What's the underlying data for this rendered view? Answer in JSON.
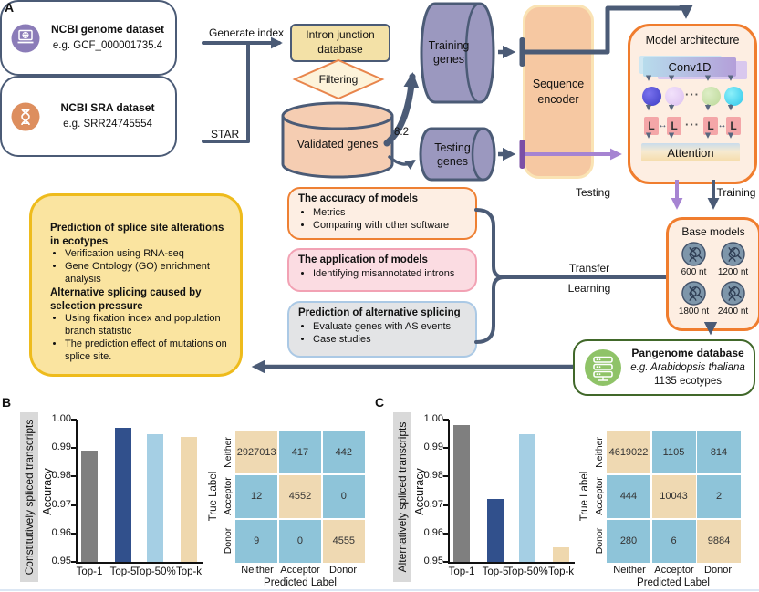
{
  "figure": {
    "panel_a": "A",
    "panel_b": "B",
    "panel_c": "C"
  },
  "panelA": {
    "genome_box": {
      "title": "NCBI genome dataset",
      "subtitle": "e.g. GCF_000001735.4"
    },
    "sra_box": {
      "title": "NCBI SRA dataset",
      "subtitle": "e.g. SRR24745554"
    },
    "edge_labels": {
      "generate_index": "Generate index",
      "star": "STAR",
      "split_ratio": "8:2",
      "testing": "Testing",
      "training": "Training",
      "transfer_line1": "Transfer",
      "transfer_line2": "Learning"
    },
    "intron_db_line1": "Intron junction",
    "intron_db_line2": "database",
    "filtering": "Filtering",
    "validated_genes": "Validated genes",
    "training_genes_line1": "Training",
    "training_genes_line2": "genes",
    "testing_genes_line1": "Testing",
    "testing_genes_line2": "genes",
    "encoder_line1": "Sequence",
    "encoder_line2": "encoder",
    "model_arch": {
      "title": "Model architecture",
      "conv": "Conv1D",
      "unit": "L",
      "bidir": "↔",
      "dots": "···",
      "attention": "Attention"
    },
    "base_models": {
      "title": "Base models",
      "items": [
        "600 nt",
        "1200 nt",
        "1800 nt",
        "2400 nt"
      ]
    },
    "accuracy_box": {
      "title": "The accuracy of models",
      "bullets": [
        "Metrics",
        "Comparing with other software"
      ]
    },
    "application_box": {
      "title": "The application of models",
      "bullets": [
        "Identifying misannotated introns"
      ]
    },
    "as_box": {
      "title": "Prediction of alternative splicing",
      "bullets": [
        "Evaluate genes with AS events",
        "Case studies"
      ]
    },
    "outcome_box": {
      "section1_title": "Prediction of splice site alterations in ecotypes",
      "section1_bullets": [
        "Verification using RNA-seq",
        "Gene Ontology (GO) enrichment analysis"
      ],
      "section2_title": "Alternative splicing caused by selection pressure",
      "section2_bullets": [
        "Using fixation index and population branch statistic",
        "The prediction effect of mutations on splice site."
      ]
    },
    "pangenome": {
      "title": "Pangenome database",
      "subtitle": "e.g. Arabidopsis thaliana",
      "note": "1135 ecotypes"
    }
  },
  "chart_data": [
    {
      "panel": "B",
      "type": "bar",
      "side_label": "Constitutively spliced transcripts",
      "categories": [
        "Top-1",
        "Top-5",
        "Top-50%",
        "Top-k"
      ],
      "values": [
        0.989,
        0.997,
        0.995,
        0.994
      ],
      "bar_colors": [
        "#7f7f7f",
        "#31508c",
        "#a5cfe4",
        "#efd8ae"
      ],
      "ylabel": "Accuracy",
      "ylim": [
        0.95,
        1.0
      ],
      "yticks": [
        "0.95",
        "0.96",
        "0.97",
        "0.98",
        "0.99",
        "1.00"
      ]
    },
    {
      "panel": "B",
      "type": "heatmap",
      "xlabel": "Predicted Label",
      "ylabel": "True Label",
      "labels": [
        "Neither",
        "Acceptor",
        "Donor"
      ],
      "matrix": [
        [
          2927013,
          417,
          442
        ],
        [
          12,
          4552,
          0
        ],
        [
          9,
          0,
          4555
        ]
      ],
      "diag_color": "#efd9b2",
      "off_color": "#8ec4d9"
    },
    {
      "panel": "C",
      "type": "bar",
      "side_label": "Alternatively spliced transcripts",
      "categories": [
        "Top-1",
        "Top-5",
        "Top-50%",
        "Top-k"
      ],
      "values": [
        0.998,
        0.972,
        0.995,
        0.955
      ],
      "bar_colors": [
        "#7f7f7f",
        "#31508c",
        "#a5cfe4",
        "#efd8ae"
      ],
      "ylabel": "Accuracy",
      "ylim": [
        0.95,
        1.0
      ],
      "yticks": [
        "0.95",
        "0.96",
        "0.97",
        "0.98",
        "0.99",
        "1.00"
      ]
    },
    {
      "panel": "C",
      "type": "heatmap",
      "xlabel": "Predicted Label",
      "ylabel": "True Label",
      "labels": [
        "Neither",
        "Acceptor",
        "Donor"
      ],
      "matrix": [
        [
          4619022,
          1105,
          814
        ],
        [
          444,
          10043,
          2
        ],
        [
          280,
          6,
          9884
        ]
      ],
      "diag_color": "#efd9b2",
      "off_color": "#8ec4d9"
    }
  ]
}
